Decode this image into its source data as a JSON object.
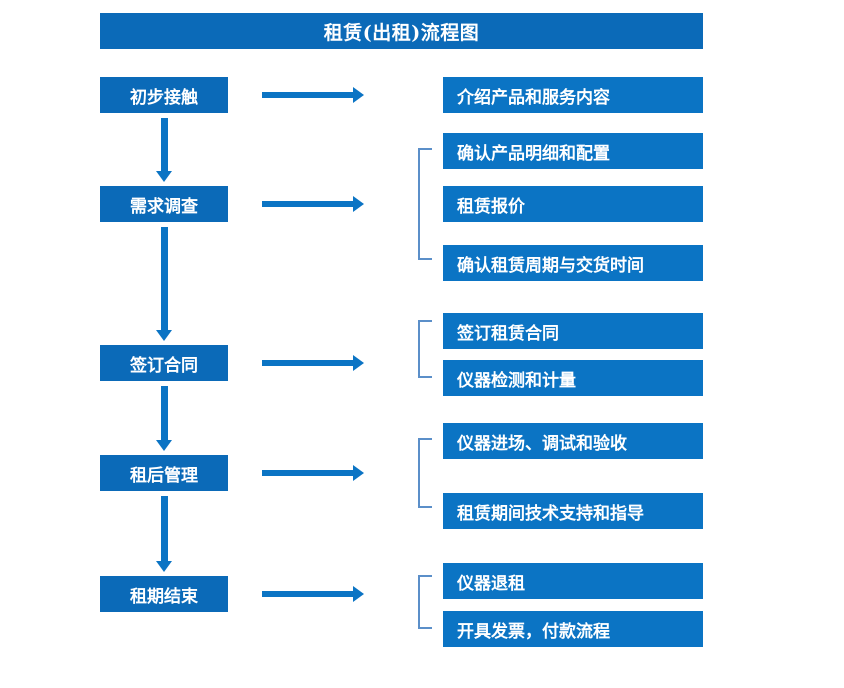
{
  "diagram": {
    "title": "租赁(出租)流程图",
    "accent_color": "#0b6ab8",
    "box_color": "#0b74c4",
    "bracket_color": "#5b8fc9",
    "text_color": "#ffffff",
    "background_color": "#ffffff"
  },
  "stages": [
    {
      "label": "初步接触"
    },
    {
      "label": "需求调查"
    },
    {
      "label": "签订合同"
    },
    {
      "label": "租后管理"
    },
    {
      "label": "租期结束"
    }
  ],
  "details": [
    {
      "label": "介绍产品和服务内容"
    },
    {
      "label": "确认产品明细和配置"
    },
    {
      "label": "租赁报价"
    },
    {
      "label": "确认租赁周期与交货时间"
    },
    {
      "label": "签订租赁合同"
    },
    {
      "label": "仪器检测和计量"
    },
    {
      "label": "仪器进场、调试和验收"
    },
    {
      "label": "租赁期间技术支持和指导"
    },
    {
      "label": "仪器退租"
    },
    {
      "label": "开具发票，付款流程"
    }
  ],
  "connectors": {
    "horizontal_arrow_count": 5,
    "vertical_arrow_count": 4,
    "bracket_count": 4
  }
}
